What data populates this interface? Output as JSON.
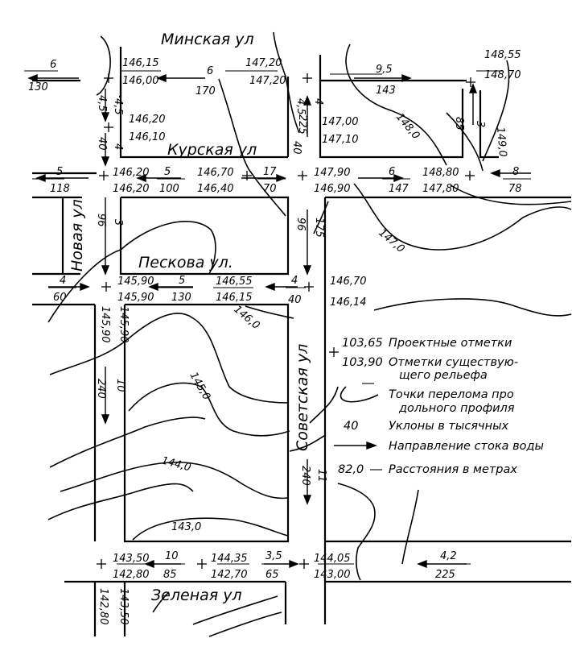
{
  "streets": {
    "minskaya": "Минская ул",
    "kurskaya": "Курская ул",
    "peskova": "Пескова ул.",
    "novaya": "Новая ул.",
    "sovetskaya": "Советская ул",
    "zelenaya": "Зеленая ул"
  },
  "elevations": {
    "a_top": "146,15",
    "a_bot": "146,00",
    "b_top": "147,20",
    "b_bot": "147,20",
    "c_top": "148,55",
    "c_bot": "148,70",
    "d_top": "146,20",
    "d_bot": "146,10",
    "e_top": "147,00",
    "e_bot": "147,10",
    "f_top": "146,20",
    "f_bot": "146,20",
    "g_top": "146,70",
    "g_bot": "146,40",
    "h_top": "147,90",
    "h_bot": "146,90",
    "i_top": "148,80",
    "i_bot": "147,80",
    "j_top": "145,90",
    "j_bot": "145,90",
    "k_top": "146,55",
    "k_bot": "146,15",
    "l_top": "146,70",
    "l_bot": "146,14",
    "m_top": "145,90",
    "m_bot": "145,90",
    "n_top": "143,50",
    "n_bot": "142,80",
    "o_top": "144,35",
    "o_bot": "142,70",
    "p_top": "144,05",
    "p_bot": "143,00",
    "q_top": "142,80",
    "q_bot": "143,50"
  },
  "slopes": {
    "s1_top": "6",
    "s1_bot": "130",
    "s2_top": "6",
    "s2_bot": "170",
    "s3_top": "9,5",
    "s3_bot": "143",
    "s4_top": "4,5",
    "s4_bot": "40",
    "s4b_top": "4,5",
    "s4b_bot": "4",
    "s5_top": "4,5",
    "s5_bot": "225",
    "s5b_top": "4",
    "s5b_bot": "40",
    "s6_top": "85",
    "s6_bot": "3",
    "s7_top": "5",
    "s7_bot": "118",
    "s8_top": "5",
    "s8_bot": "100",
    "s9_top": "17",
    "s9_bot": "70",
    "s10_top": "6",
    "s10_bot": "147",
    "s11_top": "8",
    "s11_bot": "78",
    "s12_top": "96",
    "s12_bot": "3",
    "s13_top": "96",
    "s13_bot": "175",
    "s14_top": "4",
    "s14_bot": "60",
    "s15_top": "5",
    "s15_bot": "130",
    "s16_top": "4",
    "s16_bot": "40",
    "s17_top": "240",
    "s17_bot": "10",
    "s18_top": "240",
    "s18_bot": "11",
    "s19_top": "10",
    "s19_bot": "85",
    "s20_top": "3,5",
    "s20_bot": "65",
    "s21_top": "4,2",
    "s21_bot": "225"
  },
  "contours": {
    "c148": "148,0",
    "c1490": "149,0",
    "c147": "147,0",
    "c146": "146,0",
    "c145": "145,0",
    "c144": "144,0",
    "c143": "143,0"
  },
  "legend": {
    "proj_value": "103,65",
    "proj_label": "Проектные отметки",
    "exist_value": "103,90",
    "exist_label_1": "Отметки существую-",
    "exist_label_2": "щего рельефа",
    "break_label_1": "Точки перелома про",
    "break_label_2": "дольного профиля",
    "slope_value": "40",
    "slope_label": "Уклоны в тысячных",
    "flow_label": "Направление стока воды",
    "dist_value": "82,0",
    "dist_label": "Расстояния в метрах"
  }
}
